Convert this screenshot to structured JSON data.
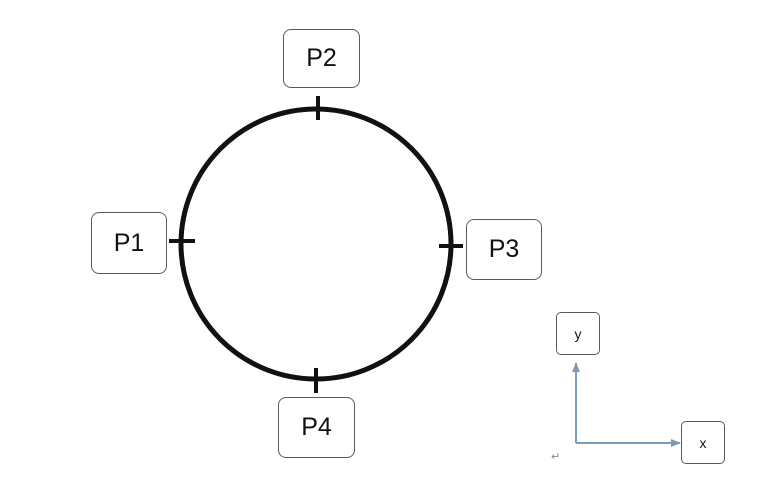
{
  "points": {
    "p1": "P1",
    "p2": "P2",
    "p3": "P3",
    "p4": "P4"
  },
  "axes": {
    "y": "y",
    "x": "x",
    "color": "#7a9cb8"
  },
  "circle_color": "#111111",
  "paragraph_mark": "↵"
}
